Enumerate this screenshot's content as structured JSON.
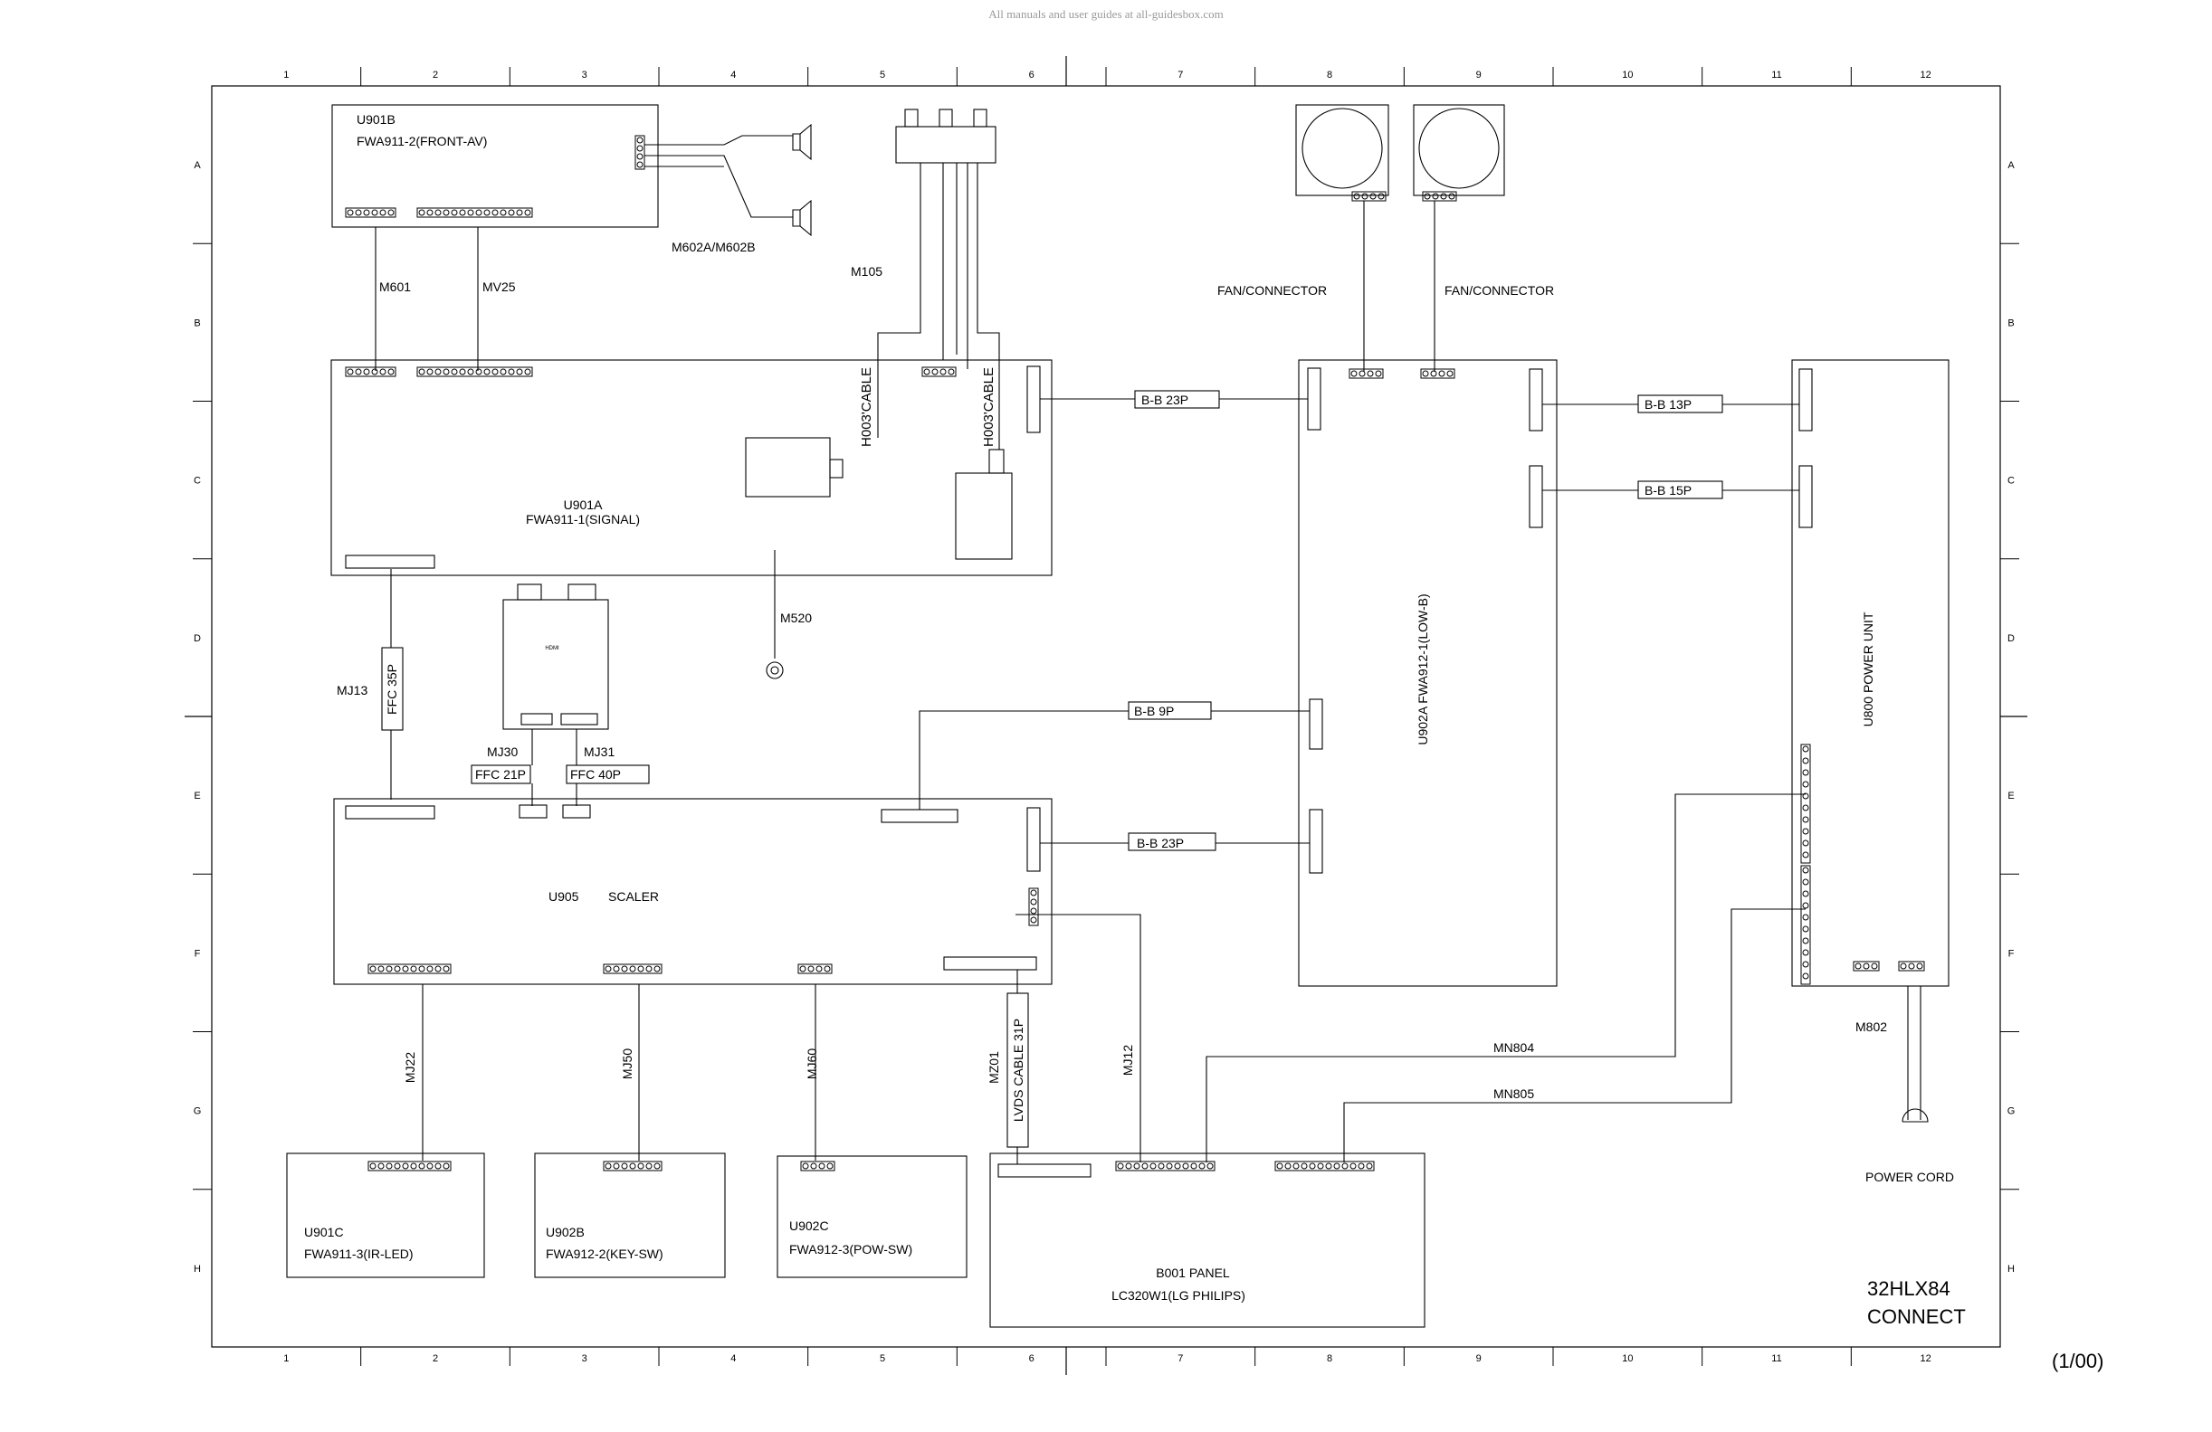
{
  "watermark": "All manuals and user guides at all-guidesbox.com",
  "title": {
    "model": "32HLX84",
    "name": "CONNECT"
  },
  "page_number": "(1/00)",
  "grid": {
    "columns": [
      "1",
      "2",
      "3",
      "4",
      "5",
      "6",
      "7",
      "8",
      "9",
      "10",
      "11",
      "12"
    ],
    "rows": [
      "A",
      "B",
      "C",
      "D",
      "E",
      "F",
      "G",
      "H"
    ]
  },
  "blocks": {
    "front_av": {
      "ref": "U901B",
      "name": "FWA911-2(FRONT-AV)"
    },
    "signal": {
      "ref": "U901A",
      "name": "FWA911-1(SIGNAL)"
    },
    "scaler": {
      "ref": "U905",
      "name": "SCALER"
    },
    "low_b": {
      "name": "U902A FWA912-1(LOW-B)"
    },
    "power": {
      "name": "U800 POWER UNIT"
    },
    "ir_led": {
      "ref": "U901C",
      "name": "FWA911-3(IR-LED)"
    },
    "key_sw": {
      "ref": "U902B",
      "name": "FWA912-2(KEY-SW)"
    },
    "pow_sw": {
      "ref": "U902C",
      "name": "FWA912-3(POW-SW)"
    },
    "panel": {
      "ref": "B001 PANEL",
      "name": "LC320W1(LG PHILIPS)"
    },
    "hdmi": {
      "name": "HDMI"
    }
  },
  "cables": {
    "m601": "M601",
    "mv25": "MV25",
    "m602": "M602A/M602B",
    "m105": "M105",
    "h003_left": "H003'CABLE",
    "h003_right": "H003'CABLE",
    "mj13": "MJ13",
    "ffc35": "FFC 35P",
    "mj30": "MJ30",
    "mj31": "MJ31",
    "ffc21": "FFC 21P",
    "ffc40": "FFC 40P",
    "m520": "M520",
    "bb23_top": "B-B 23P",
    "bb13": "B-B 13P",
    "bb15": "B-B 15P",
    "bb9": "B-B 9P",
    "bb23_bottom": "B-B 23P",
    "mj22": "MJ22",
    "mj50": "MJ50",
    "mj60": "MJ60",
    "mz01": "MZ01",
    "lvds": "LVDS CABLE 31P",
    "mj12": "MJ12",
    "mn804": "MN804",
    "mn805": "MN805",
    "m802": "M802",
    "fan1": "FAN/CONNECTOR",
    "fan2": "FAN/CONNECTOR",
    "power_cord": "POWER CORD"
  }
}
